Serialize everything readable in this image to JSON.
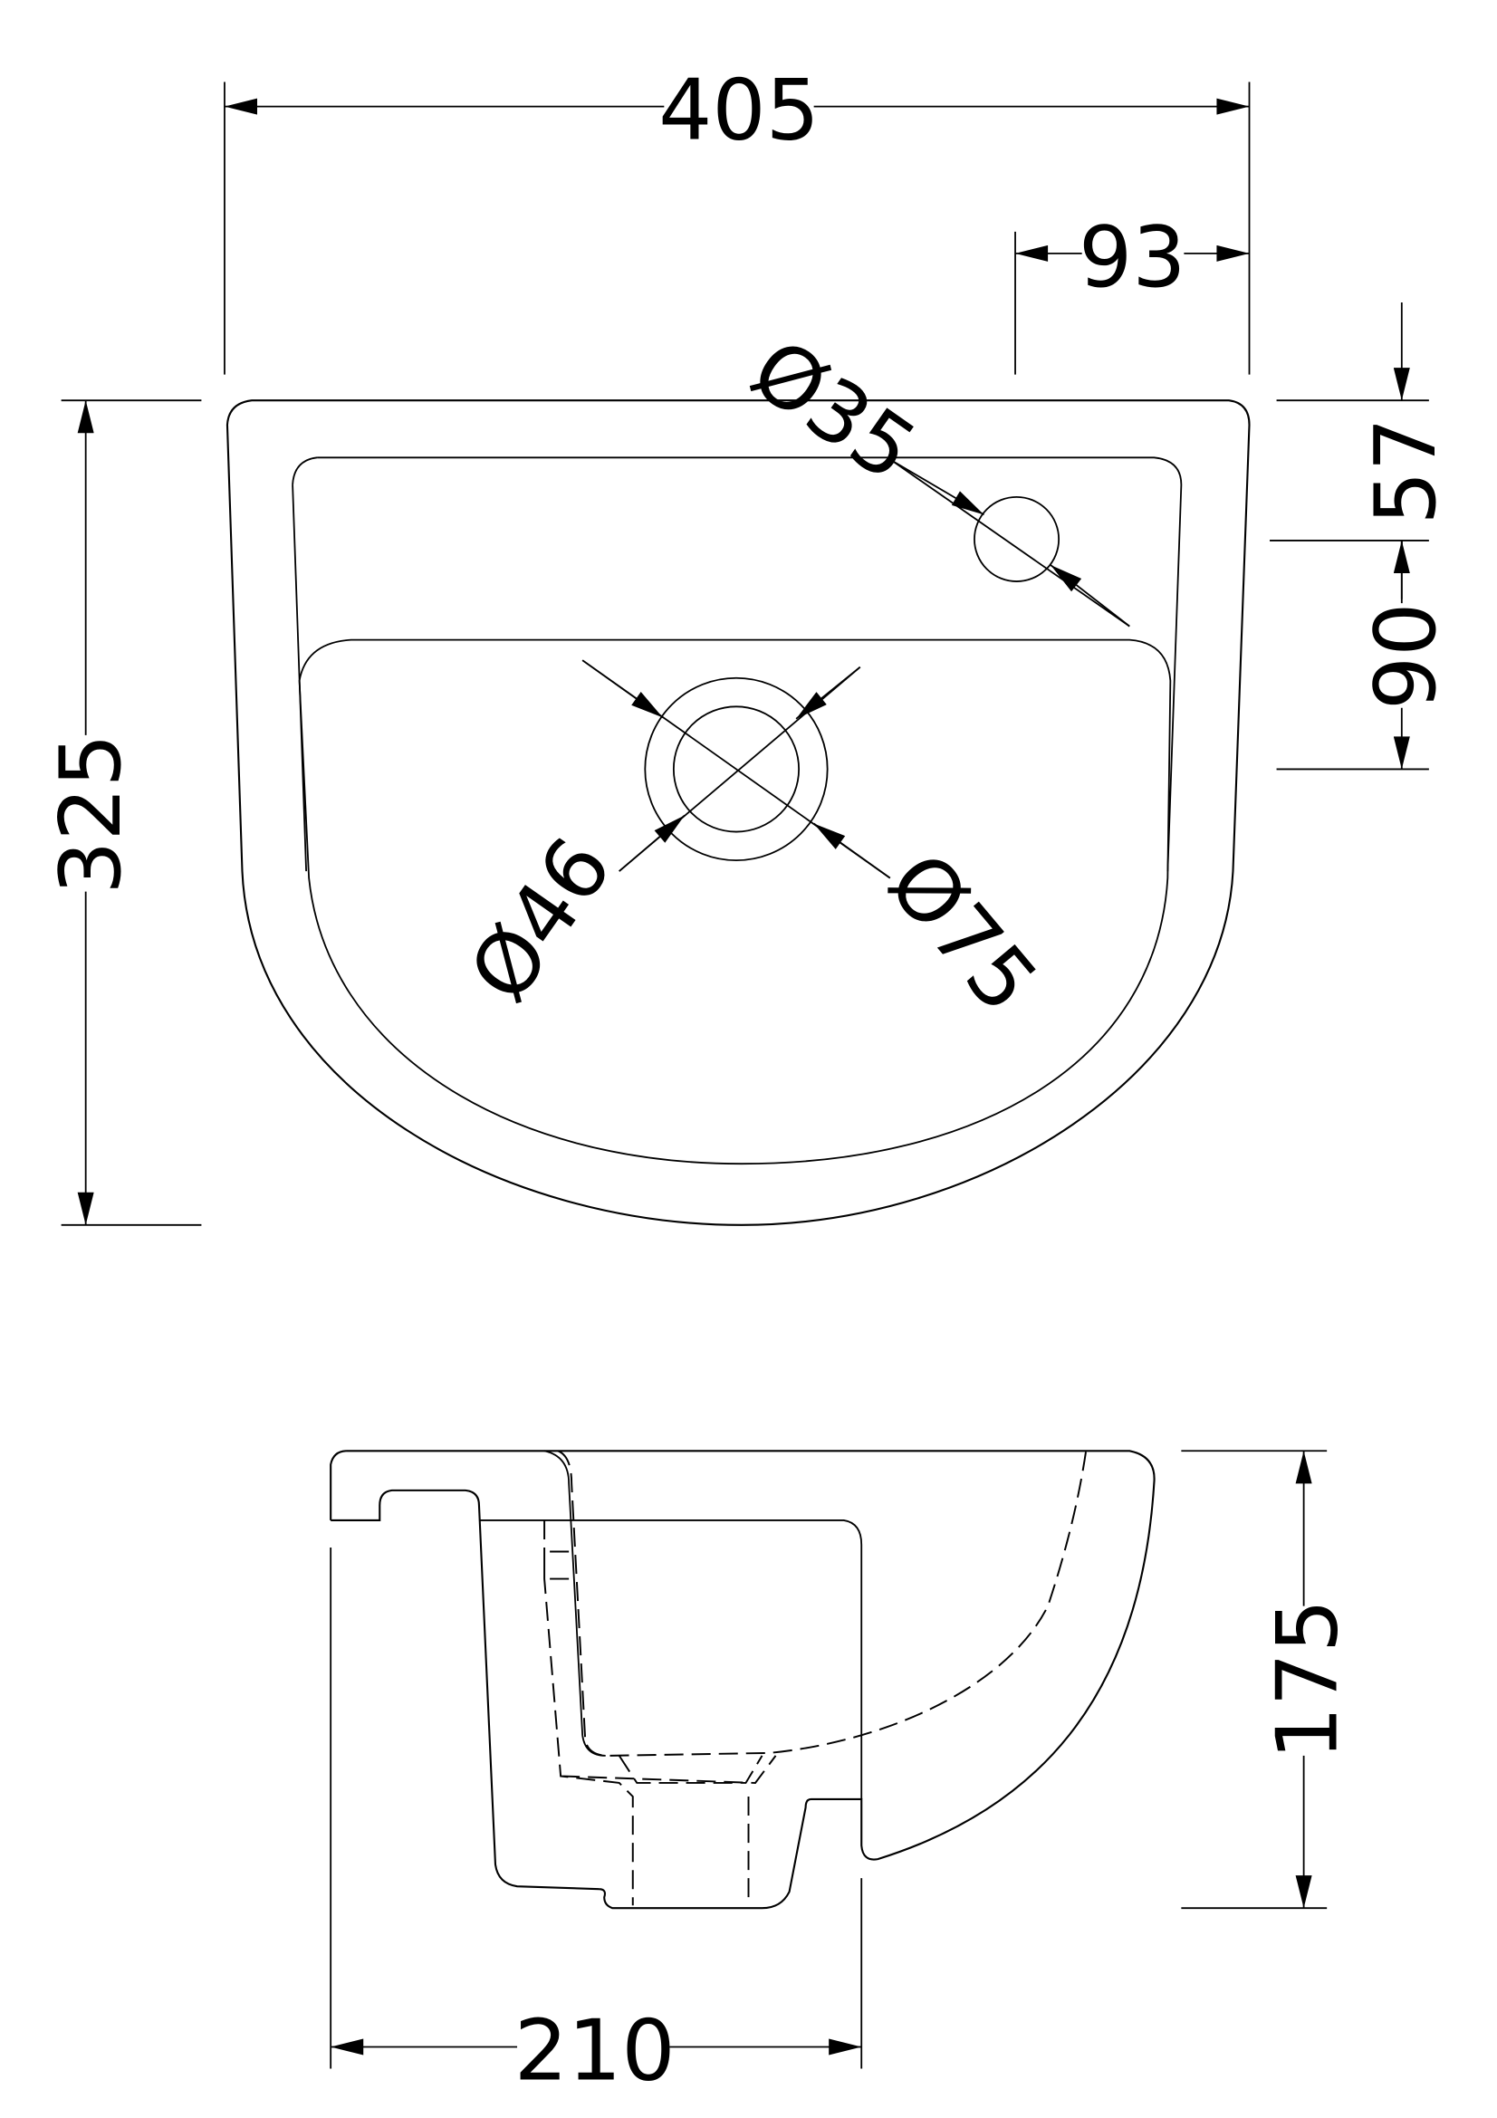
{
  "drawing": {
    "top_view": {
      "width_label": "405",
      "tap_offset_label": "93",
      "depth_label": "325",
      "tap_from_back_label": "57",
      "waste_from_tap_label": "90",
      "tap_hole_label": "Ø35",
      "waste_inner_label": "Ø46",
      "waste_outer_label": "Ø75"
    },
    "side_view": {
      "height_label": "175",
      "projection_label": "210"
    }
  }
}
